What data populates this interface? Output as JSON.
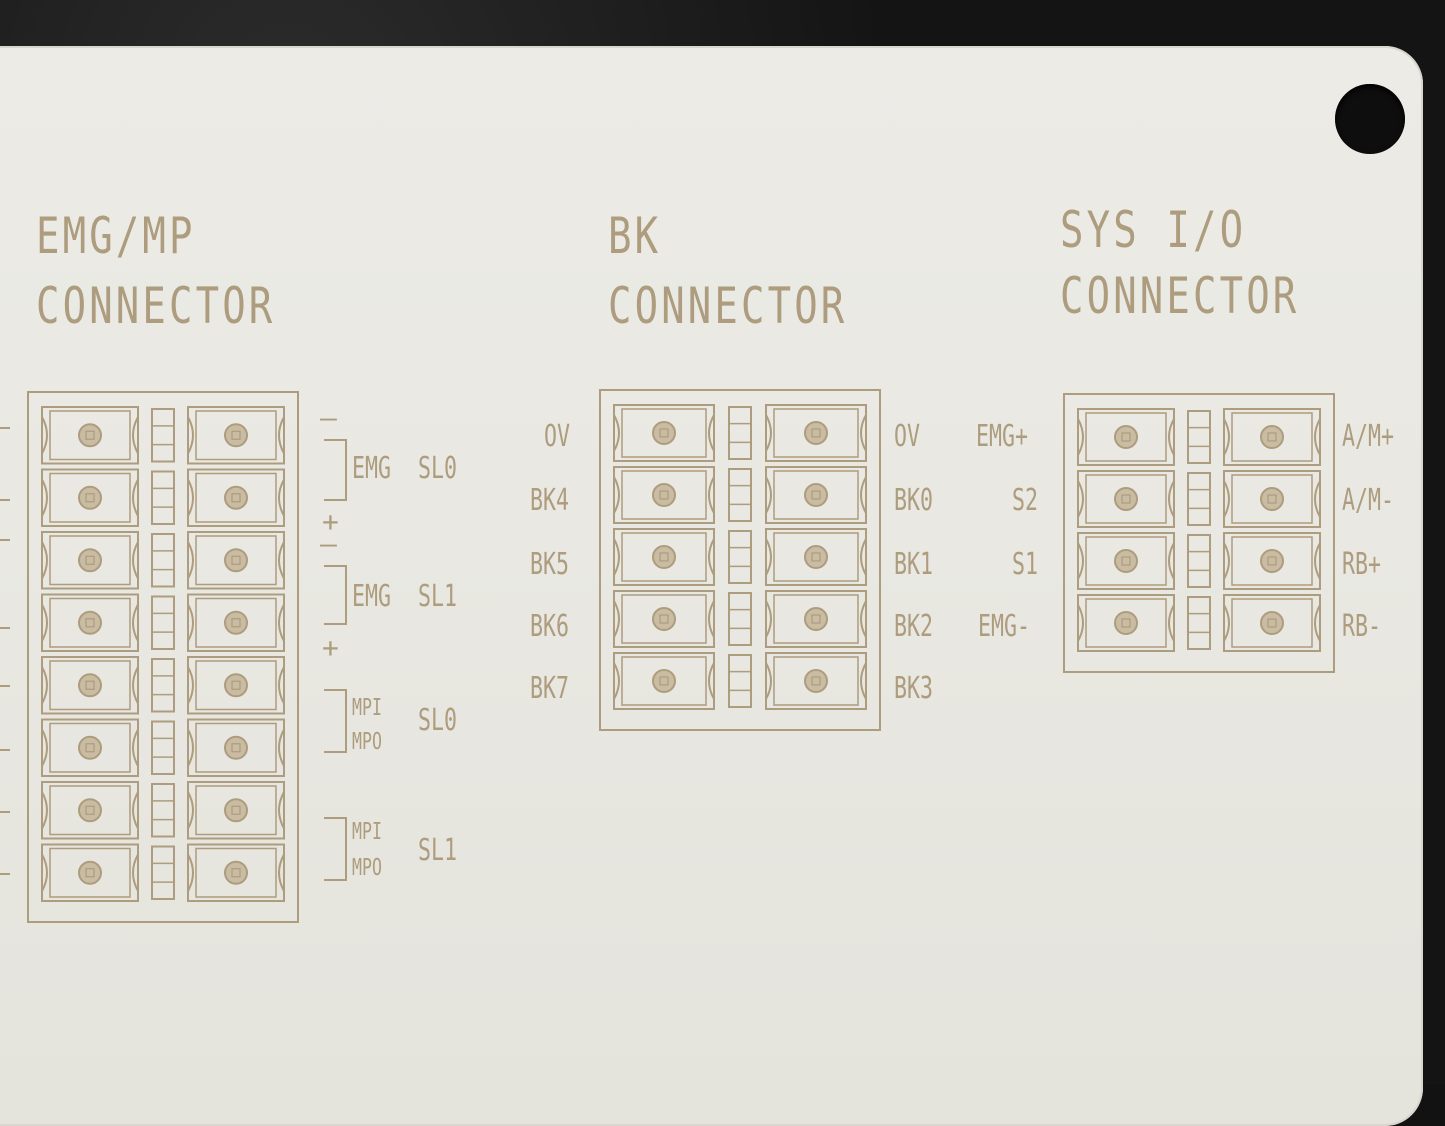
{
  "connectors": {
    "emg_mp": {
      "title_line1": "EMG/MP",
      "title_line2": "CONNECTOR",
      "groups": [
        {
          "name": "EMG",
          "slot": "SL0",
          "top_sign": "—",
          "bottom_sign": "+"
        },
        {
          "name": "EMG",
          "slot": "SL1",
          "top_sign": "—",
          "bottom_sign": "+"
        },
        {
          "name_top": "MPI",
          "name_bottom": "MPO",
          "slot": "SL0"
        },
        {
          "name_top": "MPI",
          "name_bottom": "MPO",
          "slot": "SL1"
        }
      ]
    },
    "bk": {
      "title_line1": "BK",
      "title_line2": "CONNECTOR",
      "left_pins": [
        "OV",
        "BK4",
        "BK5",
        "BK6",
        "BK7"
      ],
      "right_pins": [
        "OV",
        "BK0",
        "BK1",
        "BK2",
        "BK3"
      ]
    },
    "sys_io": {
      "title_line1": "SYS I/O",
      "title_line2": "CONNECTOR",
      "left_pins": [
        "EMG+",
        "S2",
        "S1",
        "EMG-"
      ],
      "right_pins": [
        "A/M+",
        "A/M-",
        "RB+",
        "RB-"
      ]
    }
  },
  "colors": {
    "engraving": "#ad9c7d",
    "card": "#e9e8e2",
    "background": "#121212"
  }
}
